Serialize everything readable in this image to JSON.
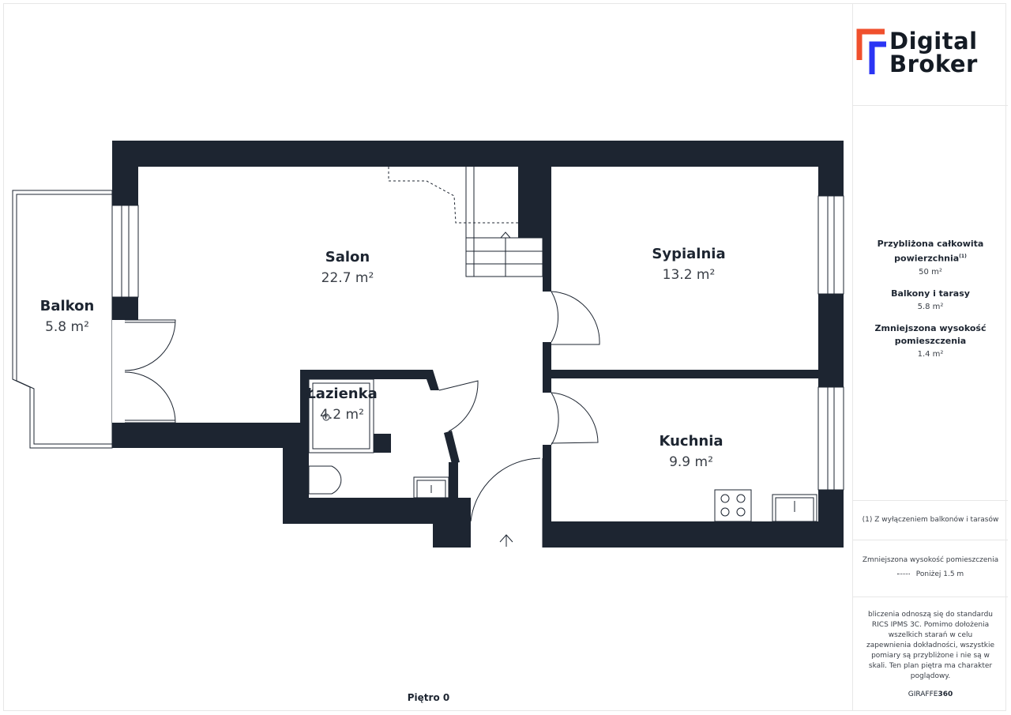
{
  "logo": {
    "line1": "Digital",
    "line2": "Broker",
    "accent_orange": "#f0502d",
    "accent_blue": "#2b35f4"
  },
  "rooms": {
    "salon": {
      "name": "Salon",
      "area": "22.7 m²"
    },
    "sypialnia": {
      "name": "Sypialnia",
      "area": "13.2 m²"
    },
    "balkon": {
      "name": "Balkon",
      "area": "5.8 m²"
    },
    "lazienka": {
      "name": "Łazienka",
      "area": "4.2 m²"
    },
    "kuchnia": {
      "name": "Kuchnia",
      "area": "9.9 m²"
    }
  },
  "floor_label": "Piętro 0",
  "stats": {
    "total_label": "Przybliżona całkowita powierzchnia",
    "total_sup": "(1)",
    "total_value": "50 m²",
    "balcony_label": "Balkony i tarasy",
    "balcony_value": "5.8 m²",
    "reduced_label": "Zmniejszona wysokość pomieszczenia",
    "reduced_value": "1.4 m²"
  },
  "footnote": "(1) Z wyłączeniem balkonów i tarasów",
  "legend": {
    "title": "Zmniejszona wysokość pomieszczenia",
    "item": "Poniżej 1.5 m"
  },
  "disclaimer": "bliczenia odnoszą się do standardu RICS IPMS 3C. Pomimo dołożenia wszelkich starań w celu zapewnienia dokładności, wszystkie pomiary są przybliżone i nie są w skali. Ten plan piętra ma charakter poglądowy.",
  "brand": {
    "part1": "GIRAFFE",
    "part2": "360"
  },
  "colors": {
    "wall": "#1d2531",
    "text": "#1d2531"
  }
}
